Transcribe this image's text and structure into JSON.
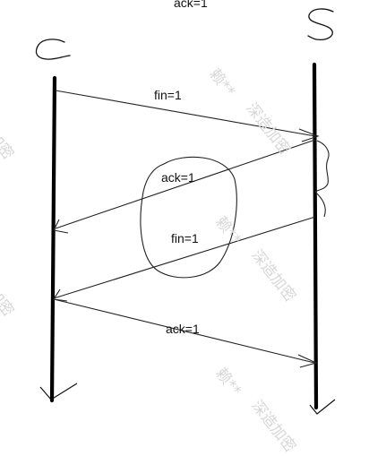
{
  "top_label": "ack=1",
  "endpoints": {
    "client": "C",
    "server": "S"
  },
  "messages": [
    {
      "label": "fin=1",
      "from": "C",
      "to": "S"
    },
    {
      "label": "ack=1",
      "from": "S",
      "to": "C"
    },
    {
      "label": "fin=1",
      "from": "S",
      "to": "C"
    },
    {
      "label": "ack=1",
      "from": "C",
      "to": "S"
    }
  ],
  "watermarks": [
    "赖**",
    "深造加密",
    "加密",
    "赖**",
    "深造加密",
    "加密",
    "赖**",
    "深造加密"
  ],
  "colors": {
    "stroke": "#111111",
    "watermark": "#d7d7d7",
    "background": "#ffffff"
  }
}
